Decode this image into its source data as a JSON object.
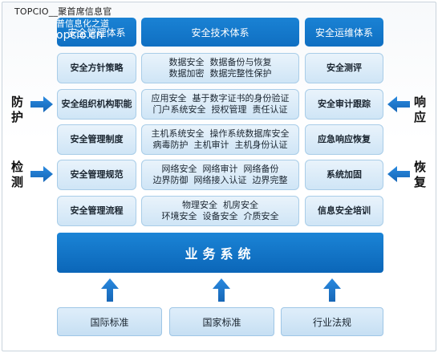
{
  "watermark": {
    "line1": "TOPCIO__聚首席信息官",
    "line2": "普信息化之道",
    "line3": "opcio.cn"
  },
  "headers": [
    "安全管理体系",
    "安全技术体系",
    "安全运维体系"
  ],
  "left_column": [
    "安全方针策略",
    "安全组织机构职能",
    "安全管理制度",
    "安全管理规范",
    "安全管理流程"
  ],
  "middle_column": [
    [
      "数据安全  数据备份与恢复",
      "数据加密  数据完整性保护"
    ],
    [
      "应用安全  基于数字证书的身份验证",
      "门户系统安全  授权管理  责任认证"
    ],
    [
      "主机系统安全  操作系统数据库安全",
      "病毒防护  主机审计  主机身份认证"
    ],
    [
      "网络安全  网络审计  网络备份",
      "边界防御  网络接入认证  边界完整"
    ],
    [
      "物理安全  机房安全",
      "环境安全  设备安全  介质安全"
    ]
  ],
  "right_column": [
    "安全测评",
    "安全审计跟踪",
    "应急响应恢复",
    "系统加固",
    "信息安全培训"
  ],
  "side_labels": {
    "left_top": [
      "防",
      "护"
    ],
    "left_bottom": [
      "检",
      "测"
    ],
    "right_top": [
      "响",
      "应"
    ],
    "right_bottom": [
      "恢",
      "复"
    ]
  },
  "business_system": "业务系统",
  "standards": [
    "国际标准",
    "国家标准",
    "行业法规"
  ],
  "colors": {
    "header": "#1177cc",
    "arrow": "#1a78c8",
    "cell_bg": "#dceefa"
  }
}
